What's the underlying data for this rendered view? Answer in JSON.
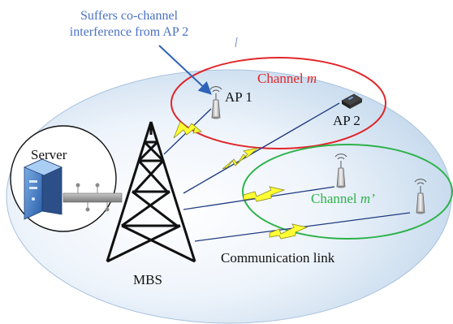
{
  "annotation": {
    "line1": "Suffers co-channel",
    "line2": "interference from AP 2"
  },
  "labels": {
    "server": "Server",
    "mbs": "MBS",
    "ap1": "AP 1",
    "ap2": "AP 2",
    "channel_m_prefix": "Channel",
    "channel_m_var": "m",
    "channel_mp_prefix": "Channel",
    "channel_mp_var": "m’",
    "communication_link": "Communication link"
  },
  "colors": {
    "cell_fill_edge": "#cfe0f1",
    "cell_fill_center": "#ffffff",
    "channel_m": "#e0262a",
    "channel_mp": "#2db24a",
    "annotation": "#4a72c4",
    "lightning": "#ffff33",
    "link_line": "#1f3b80"
  },
  "icons": [
    "server-icon",
    "tower-icon",
    "ap-icon",
    "router-icon",
    "lightning-icon",
    "arrow-icon"
  ]
}
